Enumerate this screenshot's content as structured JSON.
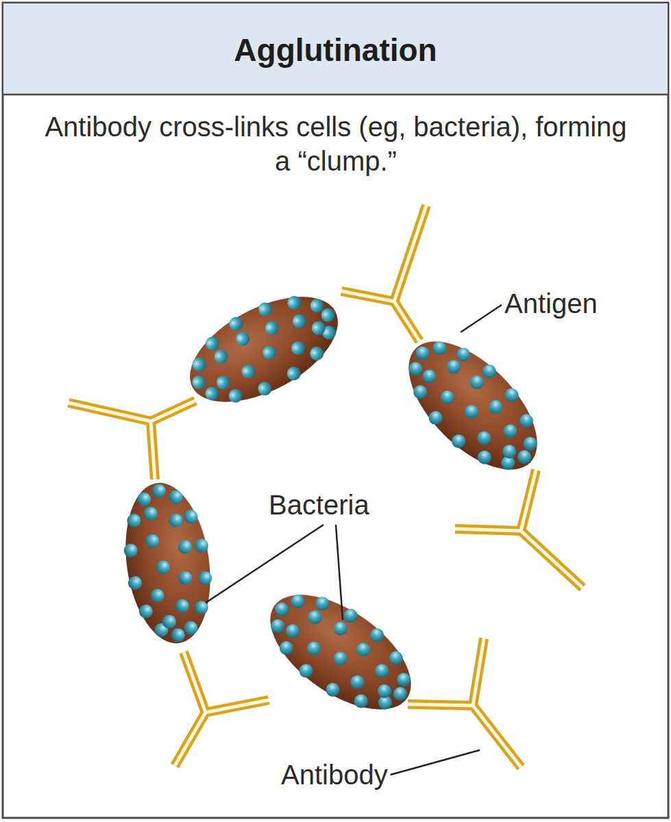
{
  "diagram": {
    "title": "Agglutination",
    "labels": [
      "Antibody cross-links cells (eg, bacteria), forming a “clump.”",
      "Antigen",
      "Bacteria",
      "Antibody"
    ]
  }
}
